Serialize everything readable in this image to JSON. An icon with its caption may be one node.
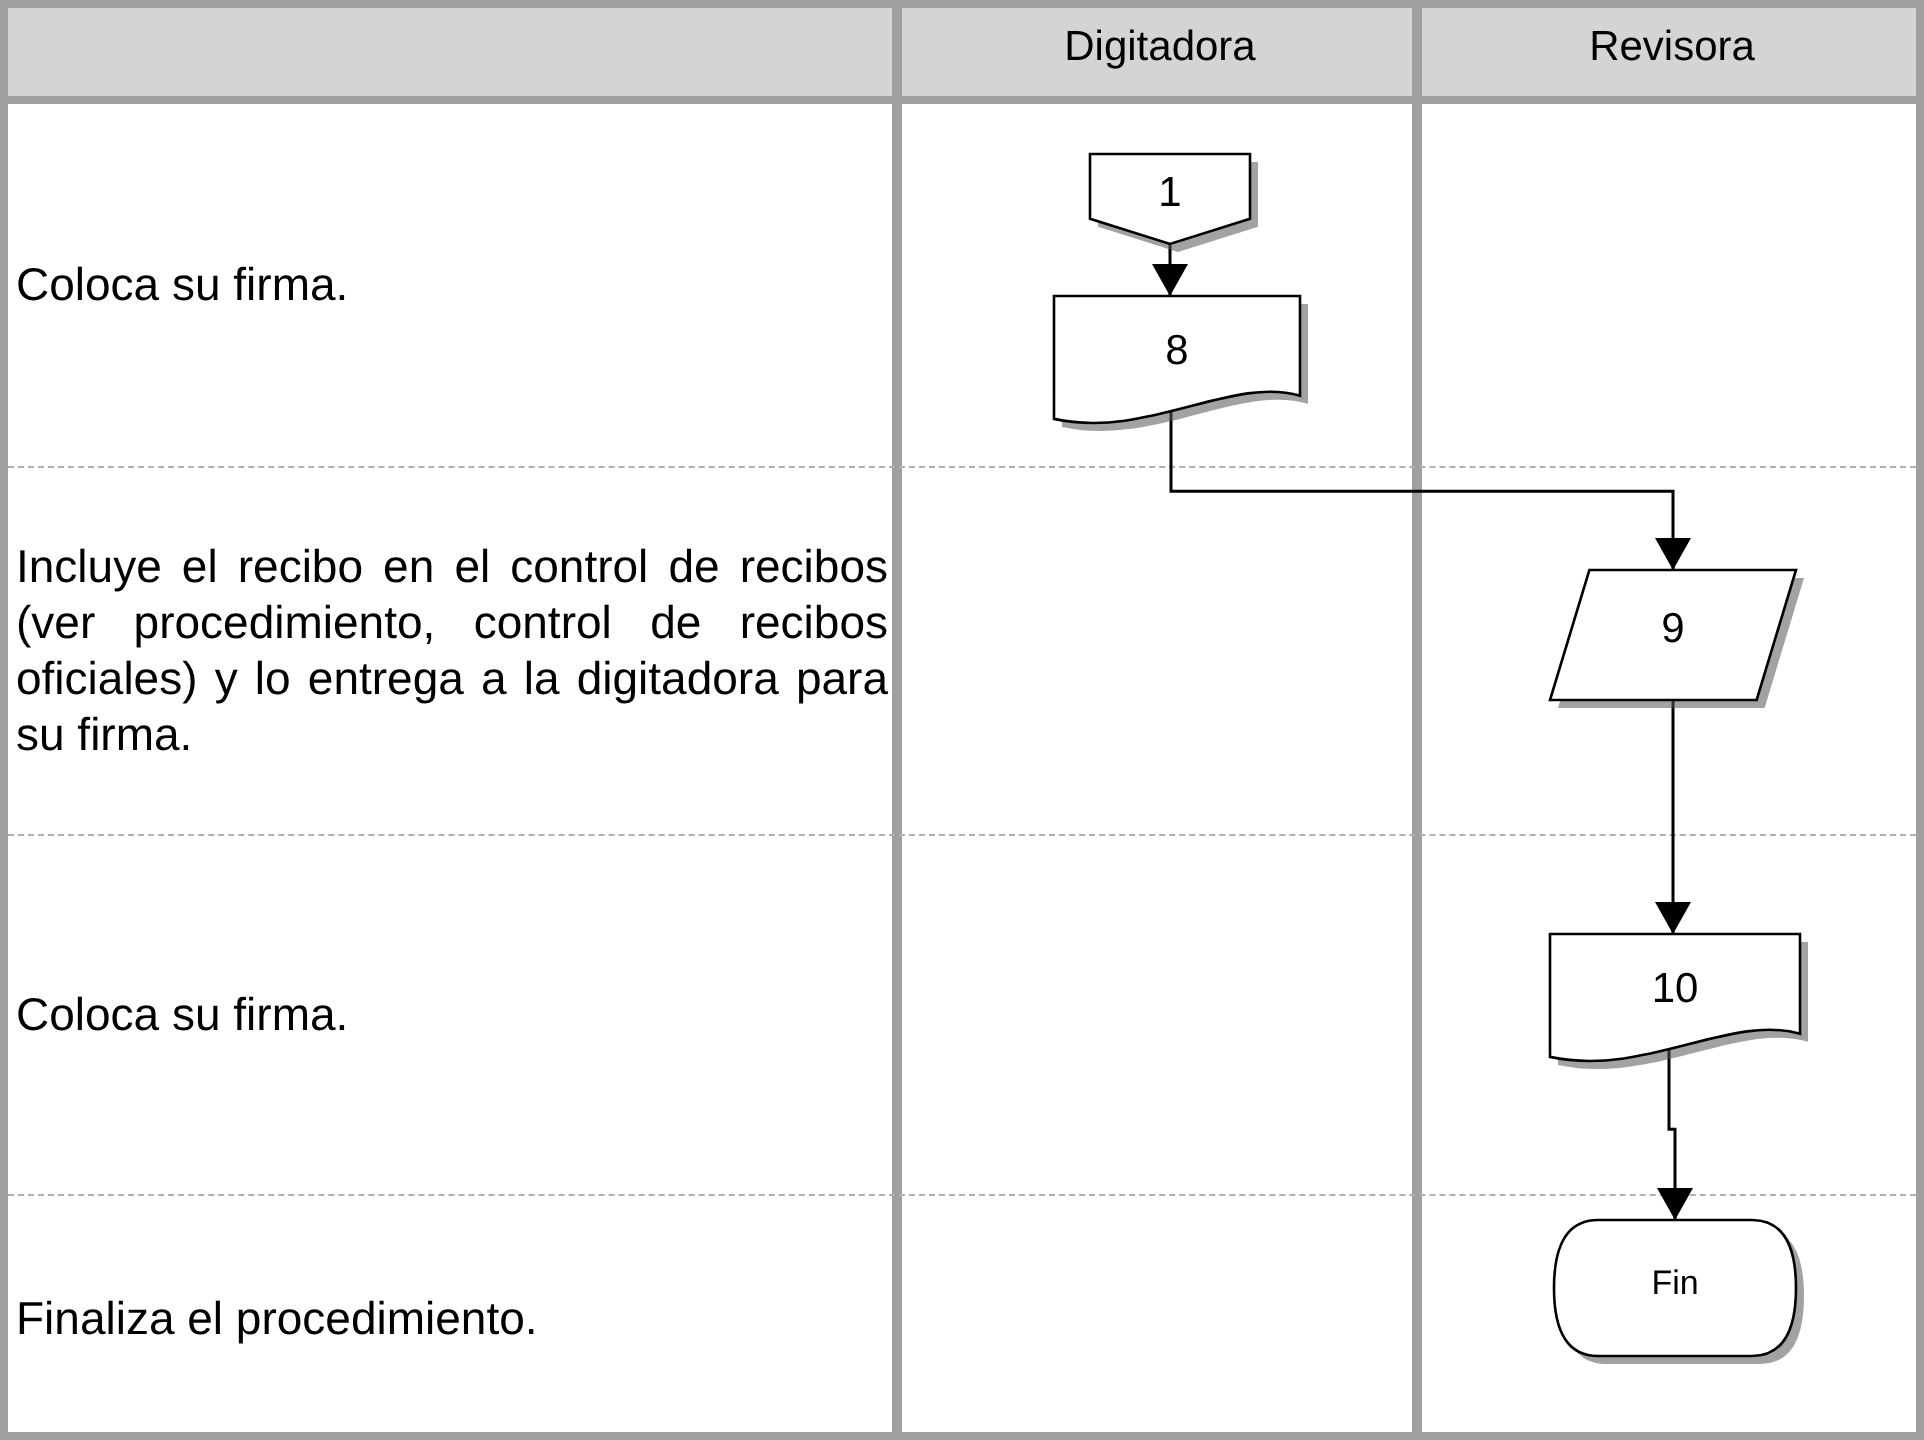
{
  "diagram": {
    "nodes": [
      {
        "text": [
          "1"
        ]
      },
      {
        "text": [
          "8"
        ]
      },
      {
        "text": [
          "9"
        ]
      },
      {
        "text": [
          "10"
        ]
      },
      {
        "text": [
          "Fin"
        ]
      }
    ],
    "edges": [
      {
        "from": 0,
        "to": 1,
        "arrow": "to"
      },
      {
        "from": 1,
        "to": 2,
        "arrow": "to"
      },
      {
        "from": 2,
        "to": 3,
        "arrow": "to"
      },
      {
        "from": 3,
        "to": 4,
        "arrow": "to"
      }
    ],
    "labels": [
      "Digitadora",
      "Revisora",
      "Coloca su firma.",
      "Incluye el recibo en el control de recibos (ver procedimiento, control de recibos oficiales) y lo entrega a la digitadora para su firma.",
      "Coloca su firma.",
      "Finaliza el procedimiento."
    ]
  }
}
